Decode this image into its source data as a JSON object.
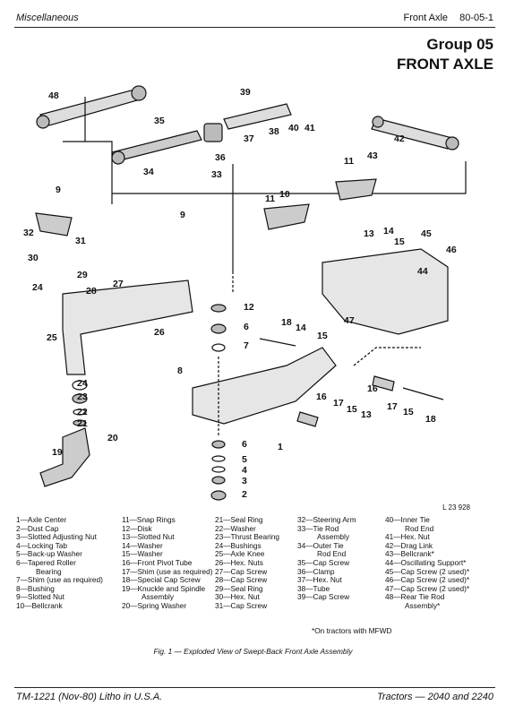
{
  "header": {
    "left": "Miscellaneous",
    "right_section": "Front Axle",
    "right_page": "80-05-1"
  },
  "group_label": "Group 05",
  "section_title": "FRONT AXLE",
  "figure_ref": "L 23 928",
  "legend": {
    "col1": [
      "1—Axle Center",
      "2—Dust Cap",
      "3—Slotted Adjusting Nut",
      "4—Locking Tab",
      "5—Back-up Washer",
      "6—Tapered Roller",
      "Bearing",
      "7—Shim (use as required)",
      "8—Bushing",
      "9—Slotted Nut",
      "10—Bellcrank"
    ],
    "col2": [
      "11—Snap Rings",
      "12—Disk",
      "13—Slotted Nut",
      "14—Washer",
      "15—Washer",
      "16—Front Pivot Tube",
      "17—Shim (use as required)",
      "18—Special Cap Screw",
      "19—Knuckle and Spindle",
      "Assembly",
      "20—Spring Washer"
    ],
    "col3": [
      "21—Seal Ring",
      "22—Washer",
      "23—Thrust Bearing",
      "24—Bushings",
      "25—Axle Knee",
      "26—Hex. Nuts",
      "27—Cap Screw",
      "28—Cap Screw",
      "29—Seal Ring",
      "30—Hex. Nut",
      "31—Cap Screw"
    ],
    "col4": [
      "32—Steering Arm",
      "33—Tie Rod",
      "Assembly",
      "34—Outer Tie",
      "Rod End",
      "35—Cap Screw",
      "36—Clamp",
      "37—Hex. Nut",
      "38—Tube",
      "39—Cap Screw"
    ],
    "col5": [
      "40—Inner Tie",
      "Rod End",
      "41—Hex. Nut",
      "42—Drag Link",
      "43—Bellcrank*",
      "44—Oscillating Support*",
      "45—Cap Screw (2 used)*",
      "46—Cap Screw (2 used)*",
      "47—Cap Screw (2 used)*",
      "48—Rear Tie Rod",
      "Assembly*"
    ],
    "note": "*On tractors with MFWD"
  },
  "caption": "Fig. 1 — Exploded View of Swept-Back Front Axle Assembly",
  "footer": {
    "left": "TM-1221 (Nov-80) Litho in U.S.A.",
    "right": "Tractors — 2040 and 2240"
  },
  "callouts": [
    "48",
    "39",
    "35",
    "36",
    "37",
    "38",
    "40",
    "41",
    "42",
    "34",
    "33",
    "11",
    "43",
    "9",
    "10",
    "11",
    "9",
    "32",
    "31",
    "30",
    "13",
    "14",
    "45",
    "15",
    "46",
    "29",
    "24",
    "28",
    "27",
    "44",
    "25",
    "12",
    "6",
    "7",
    "18",
    "14",
    "15",
    "26",
    "47",
    "8",
    "24",
    "23",
    "22",
    "21",
    "20",
    "19",
    "16",
    "17",
    "15",
    "13",
    "16",
    "17",
    "15",
    "18",
    "6",
    "5",
    "4",
    "3",
    "2",
    "1"
  ]
}
